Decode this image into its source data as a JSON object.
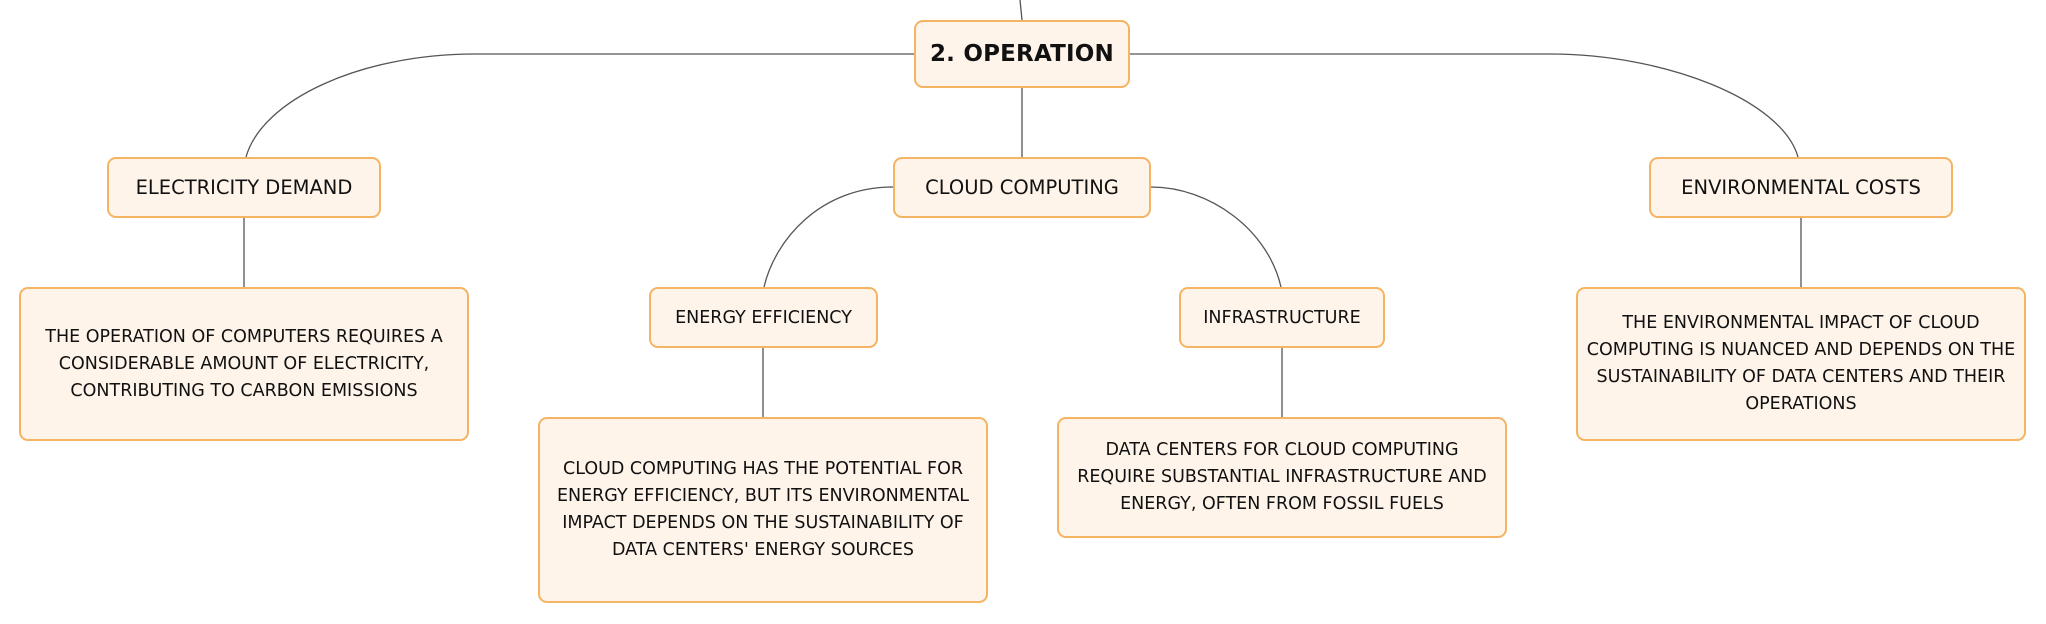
{
  "diagram": {
    "root": {
      "label": "2. OPERATION"
    },
    "branches": {
      "electricity_demand": {
        "label": "ELECTRICITY DEMAND",
        "detail": "THE OPERATION OF COMPUTERS REQUIRES A CONSIDERABLE AMOUNT OF ELECTRICITY, CONTRIBUTING TO CARBON EMISSIONS"
      },
      "cloud_computing": {
        "label": "CLOUD COMPUTING",
        "energy_efficiency": {
          "label": "ENERGY EFFICIENCY",
          "detail": "CLOUD COMPUTING HAS THE POTENTIAL FOR ENERGY EFFICIENCY, BUT ITS ENVIRONMENTAL IMPACT DEPENDS ON THE SUSTAINABILITY OF DATA CENTERS' ENERGY SOURCES"
        },
        "infrastructure": {
          "label": "INFRASTRUCTURE",
          "detail": "DATA CENTERS FOR CLOUD COMPUTING REQUIRE SUBSTANTIAL INFRASTRUCTURE AND ENERGY, OFTEN FROM FOSSIL FUELS"
        }
      },
      "environmental_costs": {
        "label": "ENVIRONMENTAL COSTS",
        "detail": "THE ENVIRONMENTAL IMPACT OF CLOUD COMPUTING IS NUANCED AND DEPENDS ON THE SUSTAINABILITY OF DATA CENTERS AND THEIR OPERATIONS"
      }
    }
  },
  "colors": {
    "node_border": "#f4b463",
    "node_fill": "#fef4ea",
    "connector": "#555555"
  }
}
